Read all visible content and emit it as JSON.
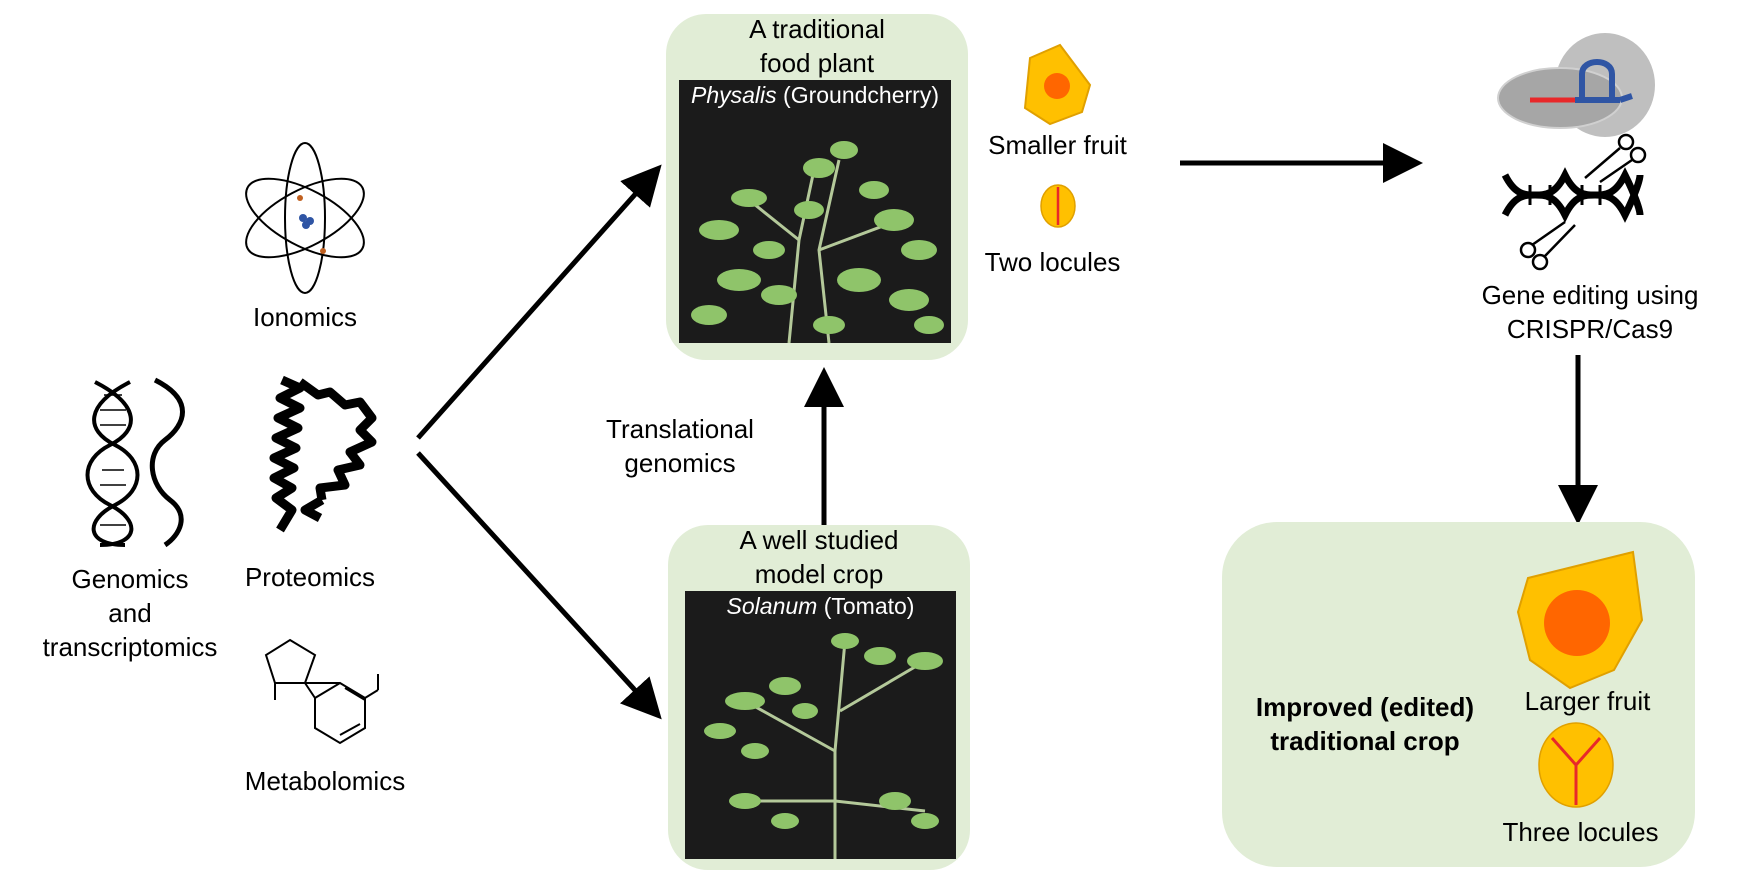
{
  "omics": {
    "ionomics": "Ionomics",
    "proteomics": "Proteomics",
    "genomics_line1": "Genomics",
    "genomics_line2": "and",
    "genomics_line3": "transcriptomics",
    "metabolomics": "Metabolomics"
  },
  "middle": {
    "translational_line1": "Translational",
    "translational_line2": "genomics"
  },
  "traditional": {
    "title_line1": "A traditional",
    "title_line2": "food plant",
    "photo_genus": "Physalis",
    "photo_common": " (Groundcherry)"
  },
  "model": {
    "title_line1": "A well studied",
    "title_line2": "model crop",
    "photo_genus": "Solanum",
    "photo_common": " (Tomato)"
  },
  "traits_before": {
    "fruit": "Smaller fruit",
    "locules": "Two locules"
  },
  "editing": {
    "line1": "Gene editing using",
    "line2": "CRISPR/Cas9"
  },
  "result": {
    "title_line1": "Improved (edited)",
    "title_line2": "traditional crop",
    "fruit": "Larger fruit",
    "locules": "Three locules"
  },
  "colors": {
    "panel": "#e1edd6",
    "fruit_yellow": "#ffc000",
    "fruit_core": "#ff6600",
    "locule_line": "#e8282a",
    "cas9_gray": "#a6a6a6",
    "guide_blue": "#2f55a4",
    "guide_red": "#e8282a"
  }
}
